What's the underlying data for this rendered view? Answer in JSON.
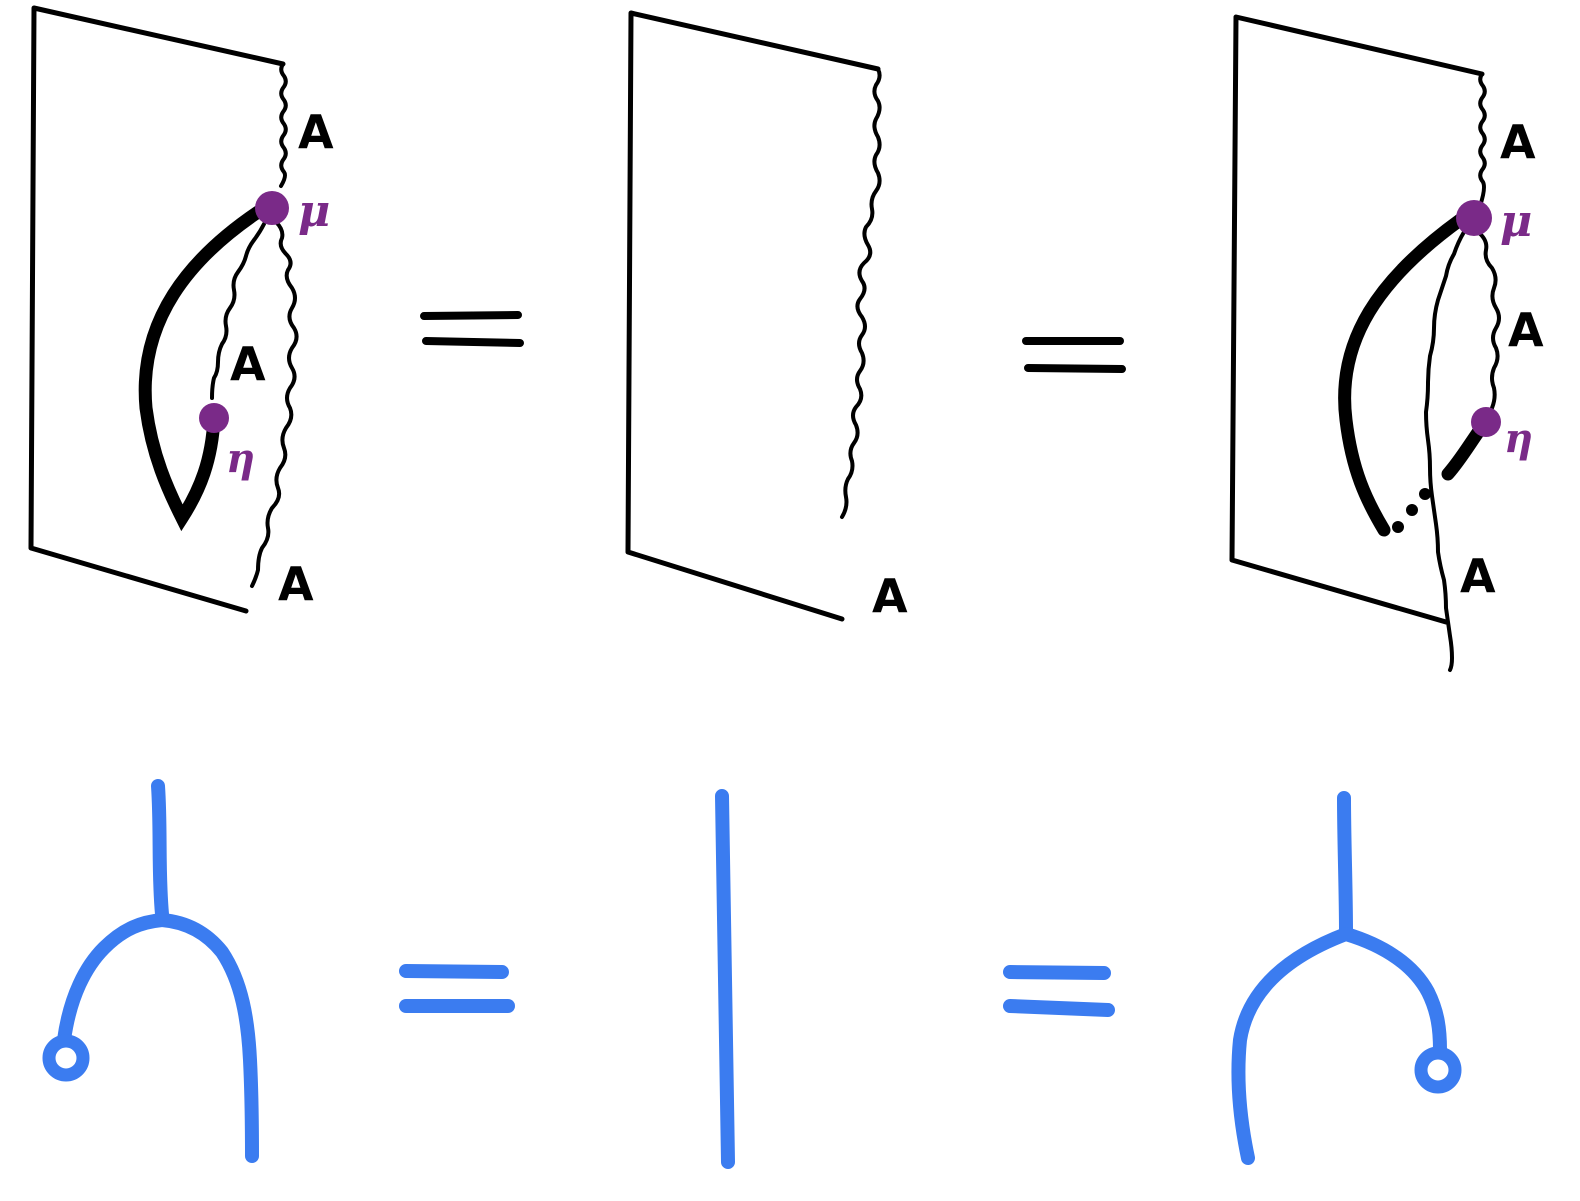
{
  "colors": {
    "ink": "#000000",
    "dot": "#7a2a88",
    "blue": "#3b7cf0"
  },
  "labels": {
    "object": "A",
    "multiplication": "μ",
    "unit": "η"
  },
  "panels": [
    {
      "id": "left",
      "ends": [
        "A",
        "A",
        "A"
      ],
      "vertices": [
        "μ",
        "η"
      ]
    },
    {
      "id": "middle",
      "ends": [
        "A"
      ],
      "vertices": []
    },
    {
      "id": "right",
      "ends": [
        "A",
        "A",
        "A"
      ],
      "vertices": [
        "μ",
        "η"
      ]
    }
  ]
}
